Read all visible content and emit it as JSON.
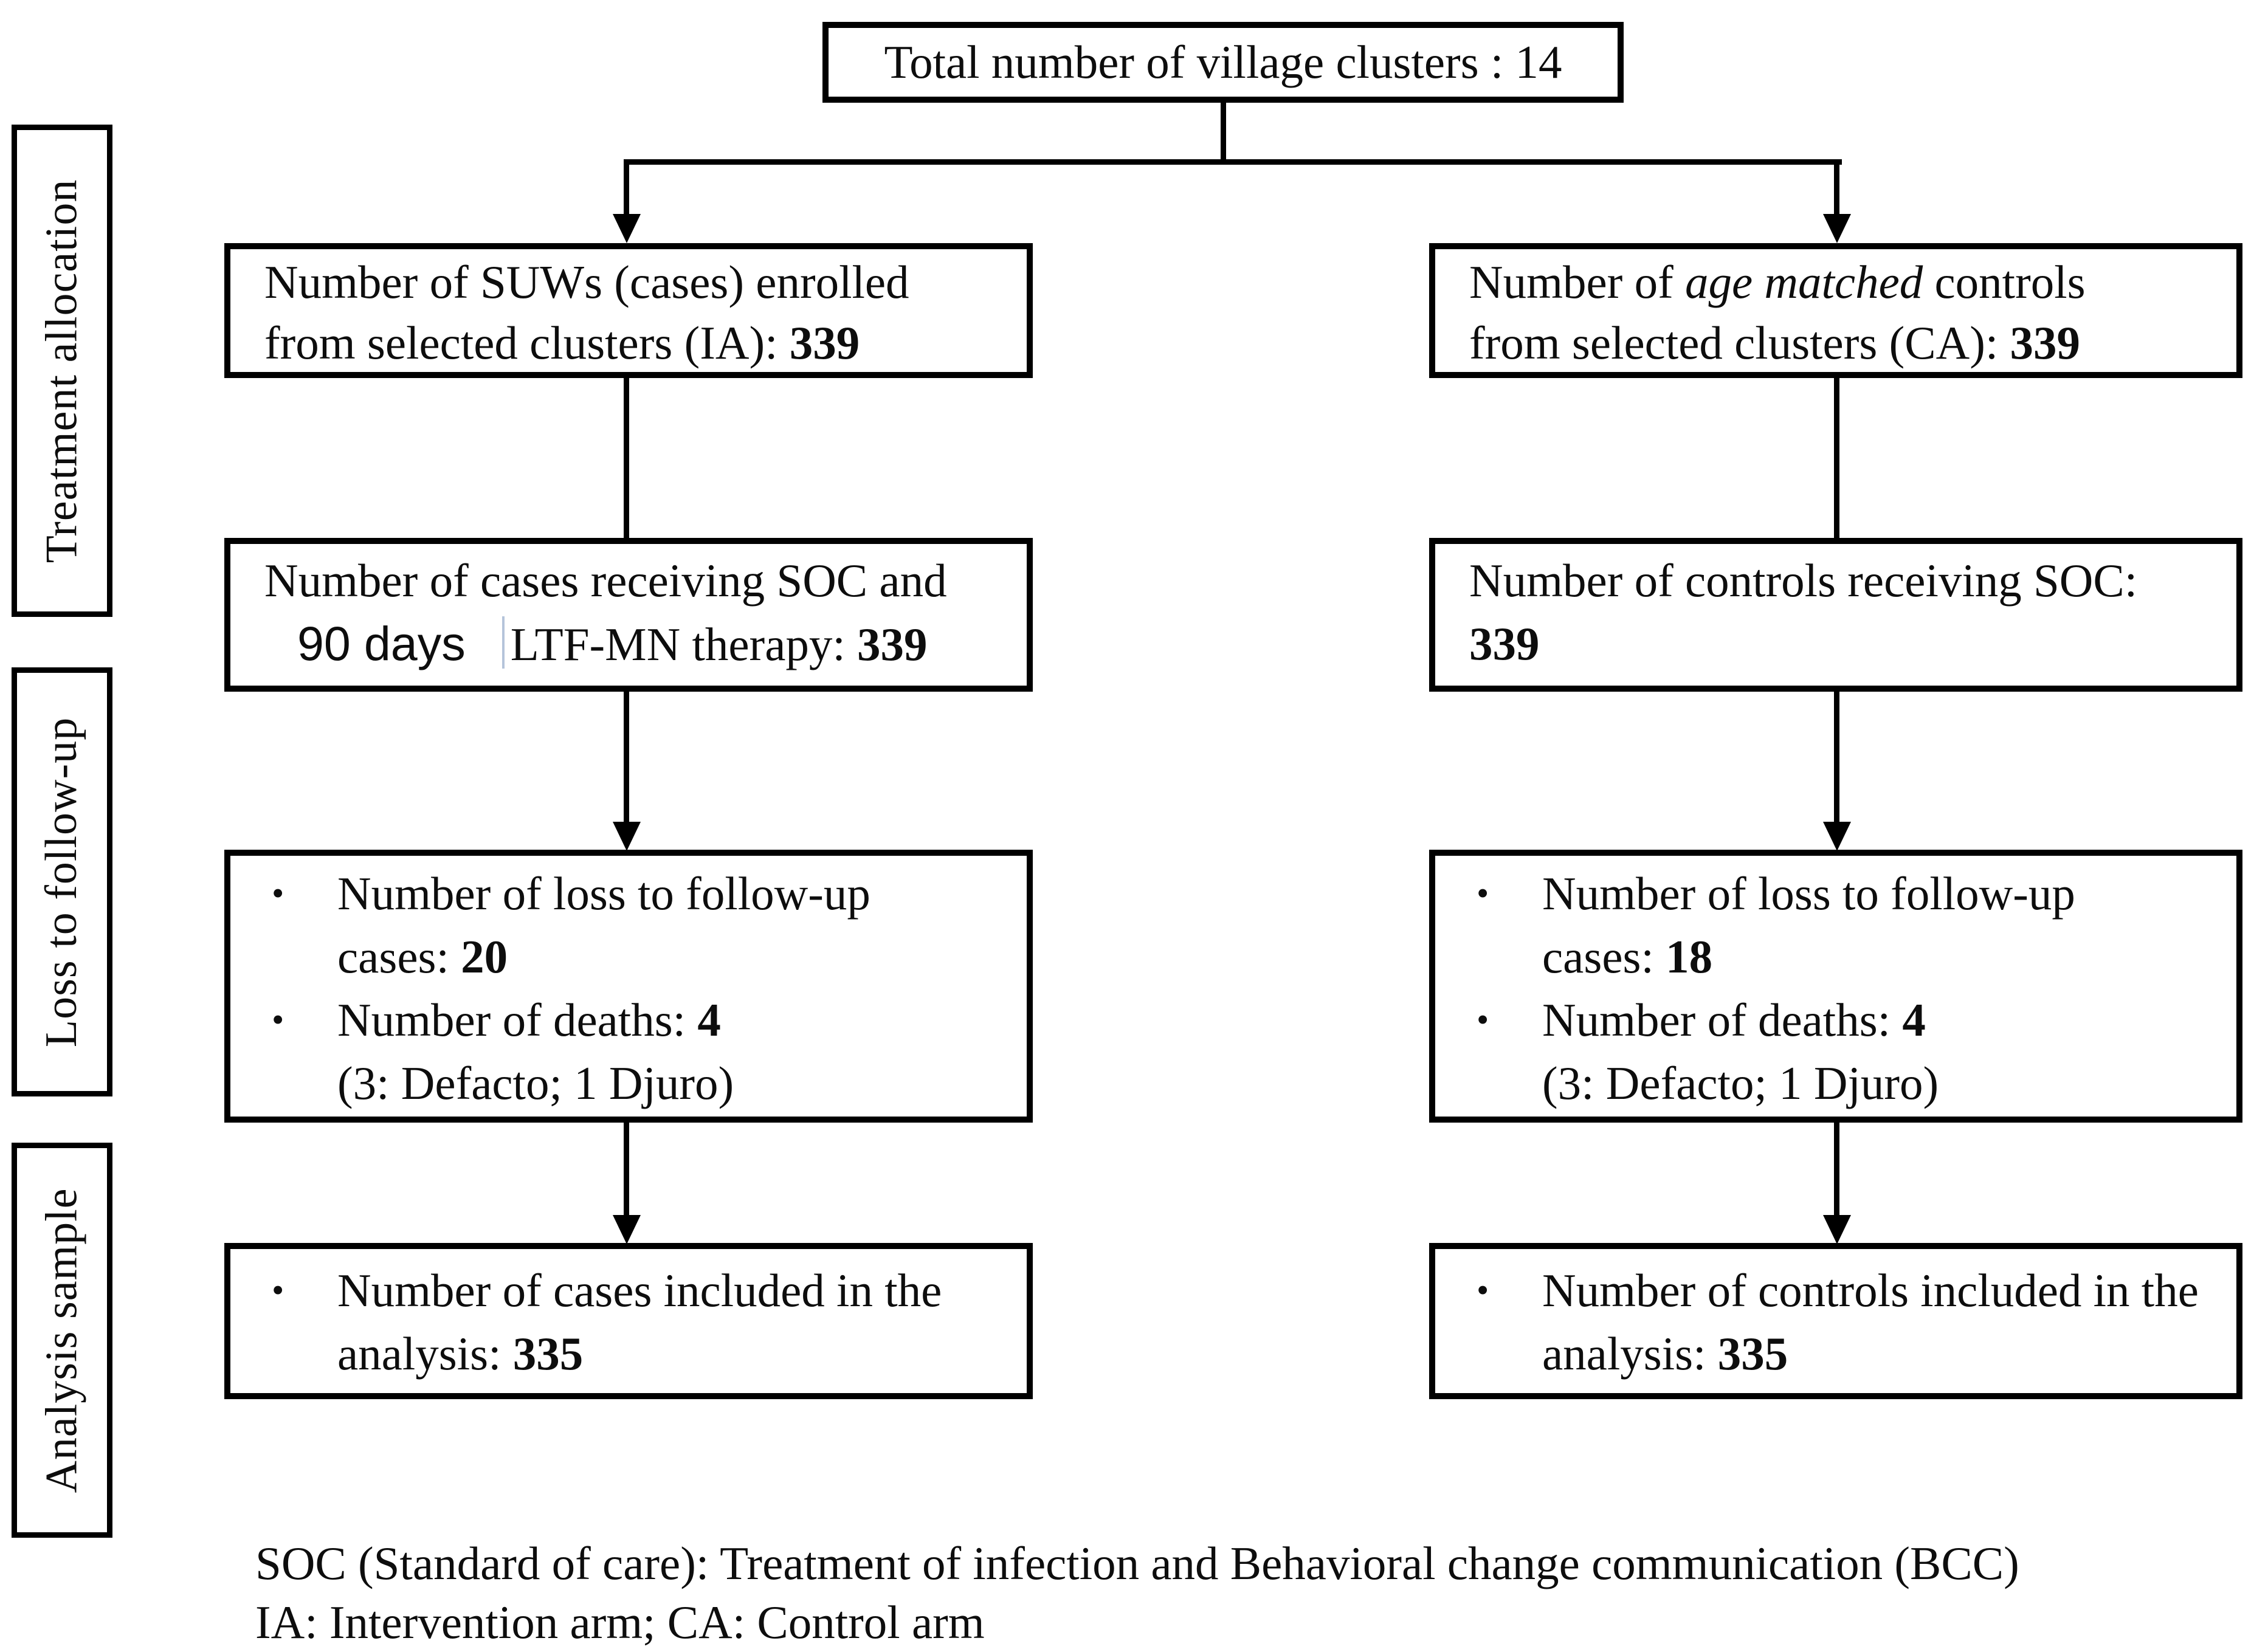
{
  "figure": {
    "title_box": "Total number of village clusters : 14",
    "bullet_glyph": "•",
    "sidebar": {
      "label1": "Treatment allocation",
      "label2": "Loss to follow-up",
      "label3": "Analysis sample"
    },
    "intervention": {
      "enrolled_line1": "Number of SUWs (cases) enrolled",
      "enrolled_line2": "from selected clusters (IA): ",
      "enrolled_value": "339",
      "soc_line1": "Number of cases receiving SOC and",
      "soc_annotation": "90 days",
      "soc_line2": "LTF-MN therapy: ",
      "soc_value": "339",
      "ltf_line1": "Number of loss to follow-up",
      "ltf_line2": "cases: ",
      "ltf_value": "20",
      "deaths_label": "Number of deaths: ",
      "deaths_value": "4",
      "deaths_detail": "(3: Defacto; 1 Djuro)",
      "analysis_line1": "Number of cases included in the",
      "analysis_line2": "analysis: ",
      "analysis_value": "335"
    },
    "control": {
      "enrolled_line1_pre": "Number of ",
      "enrolled_line1_italic": "age matched",
      "enrolled_line1_post": " controls",
      "enrolled_line2": "from selected clusters (CA): ",
      "enrolled_value": "339",
      "soc_line1": "Number of controls receiving SOC:",
      "soc_value": "339",
      "ltf_line1": "Number of loss to follow-up",
      "ltf_line2": "cases: ",
      "ltf_value": "18",
      "deaths_label": "Number of deaths: ",
      "deaths_value": "4",
      "deaths_detail": "(3: Defacto; 1 Djuro)",
      "analysis_line1": "Number of controls included in the",
      "analysis_line2": "analysis: ",
      "analysis_value": "335"
    },
    "footnotes": {
      "line1": "SOC (Standard of care): Treatment of infection and Behavioral change communication (BCC)",
      "line2": "IA: Intervention arm; CA: Control arm"
    }
  }
}
